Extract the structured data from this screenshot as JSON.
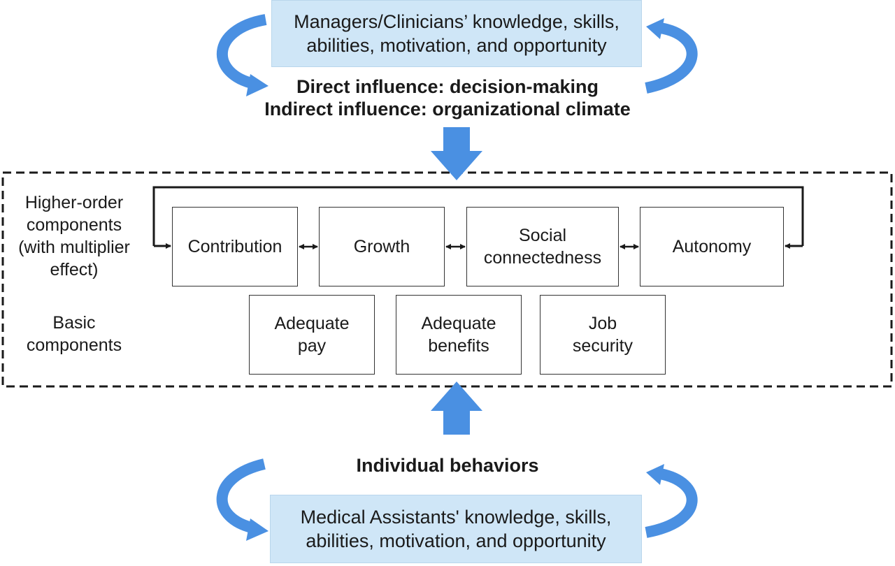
{
  "colors": {
    "arrow_blue": "#4a90e2",
    "box_fill": "#cfe6f7",
    "line": "#1a1a1a"
  },
  "top_box": {
    "line1": "Managers/Clinicians’ knowledge, skills,",
    "line2": "abilities, motivation, and opportunity"
  },
  "influence": {
    "direct": "Direct influence: decision-making",
    "indirect": "Indirect influence: organizational climate"
  },
  "frame": {
    "higher_order_label": [
      "Higher-order",
      "components",
      "(with multiplier",
      "effect)"
    ],
    "basic_label": [
      "Basic",
      "components"
    ],
    "higher_order_components": [
      {
        "lines": [
          "Contribution"
        ]
      },
      {
        "lines": [
          "Growth"
        ]
      },
      {
        "lines": [
          "Social",
          "connectedness"
        ]
      },
      {
        "lines": [
          "Autonomy"
        ]
      }
    ],
    "basic_components": [
      {
        "lines": [
          "Adequate",
          "pay"
        ]
      },
      {
        "lines": [
          "Adequate",
          "benefits"
        ]
      },
      {
        "lines": [
          "Job",
          "security"
        ]
      }
    ]
  },
  "individual_behaviors": "Individual behaviors",
  "bottom_box": {
    "line1": "Medical Assistants' knowledge, skills,",
    "line2": "abilities, motivation, and opportunity"
  }
}
